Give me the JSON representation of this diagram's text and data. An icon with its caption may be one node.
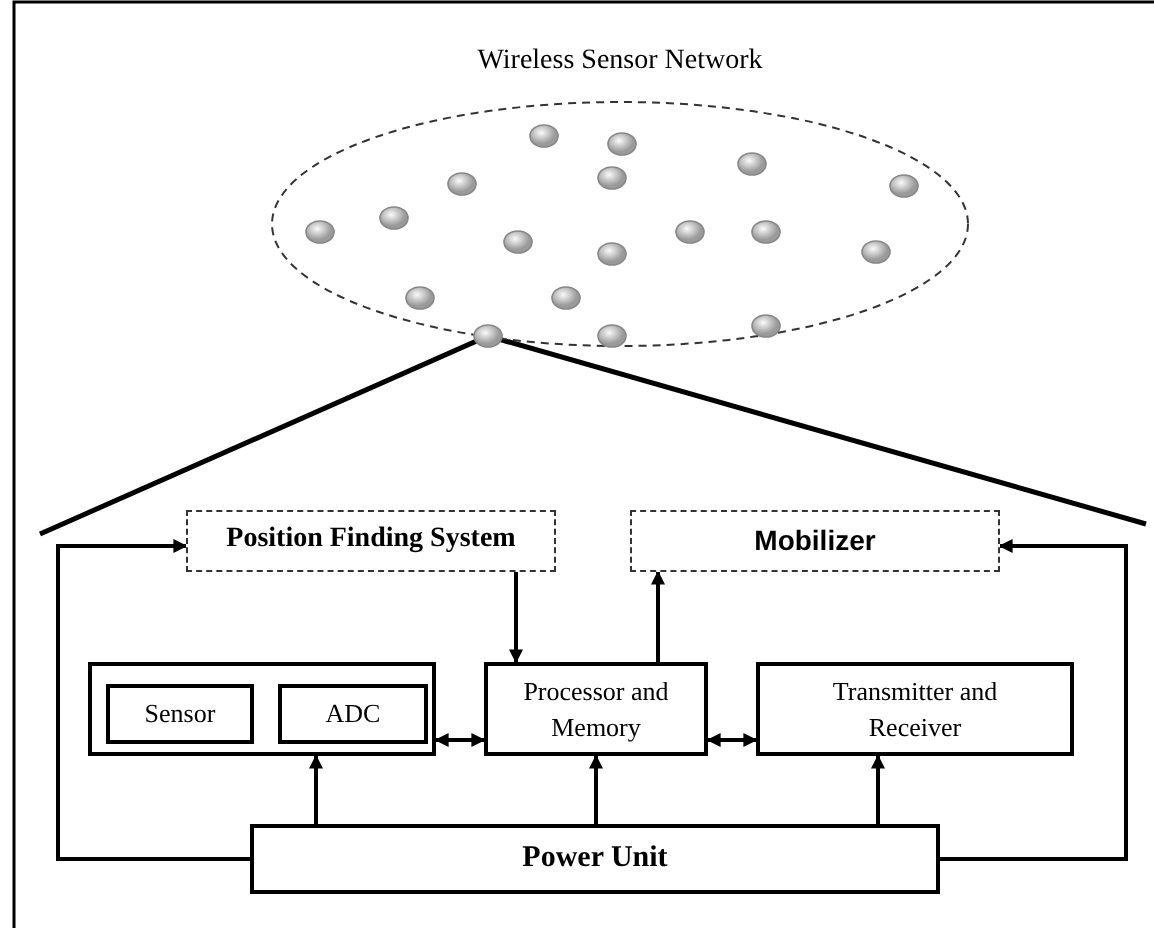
{
  "diagram": {
    "nodes": [
      {
        "text": [
          "Wireless Sensor Network"
        ]
      },
      {
        "text": [
          "Position Finding System"
        ]
      },
      {
        "text": [
          "Mobilizer"
        ]
      },
      {
        "text": [],
        "shape": "box"
      },
      {
        "text": [
          "Sensor"
        ],
        "in": 3
      },
      {
        "text": [
          "ADC"
        ],
        "in": 3
      },
      {
        "text": [
          "Processor and Memory"
        ]
      },
      {
        "text": [
          "Transmitter and Receiver"
        ]
      },
      {
        "text": [
          "Power Unit"
        ]
      }
    ],
    "edges": [
      {
        "from": 1,
        "to": 6,
        "arrow": "to"
      },
      {
        "from": 6,
        "to": 2,
        "arrow": "to"
      },
      {
        "from": 3,
        "to": 6,
        "arrow": "both"
      },
      {
        "from": 6,
        "to": 7,
        "arrow": "both"
      },
      {
        "from": 8,
        "to": 3,
        "arrow": "to"
      },
      {
        "from": 8,
        "to": 6,
        "arrow": "to"
      },
      {
        "from": 8,
        "to": 7,
        "arrow": "to"
      },
      {
        "from": 8,
        "to": 1,
        "arrow": "to"
      },
      {
        "from": 8,
        "to": 2,
        "arrow": "to"
      }
    ]
  }
}
